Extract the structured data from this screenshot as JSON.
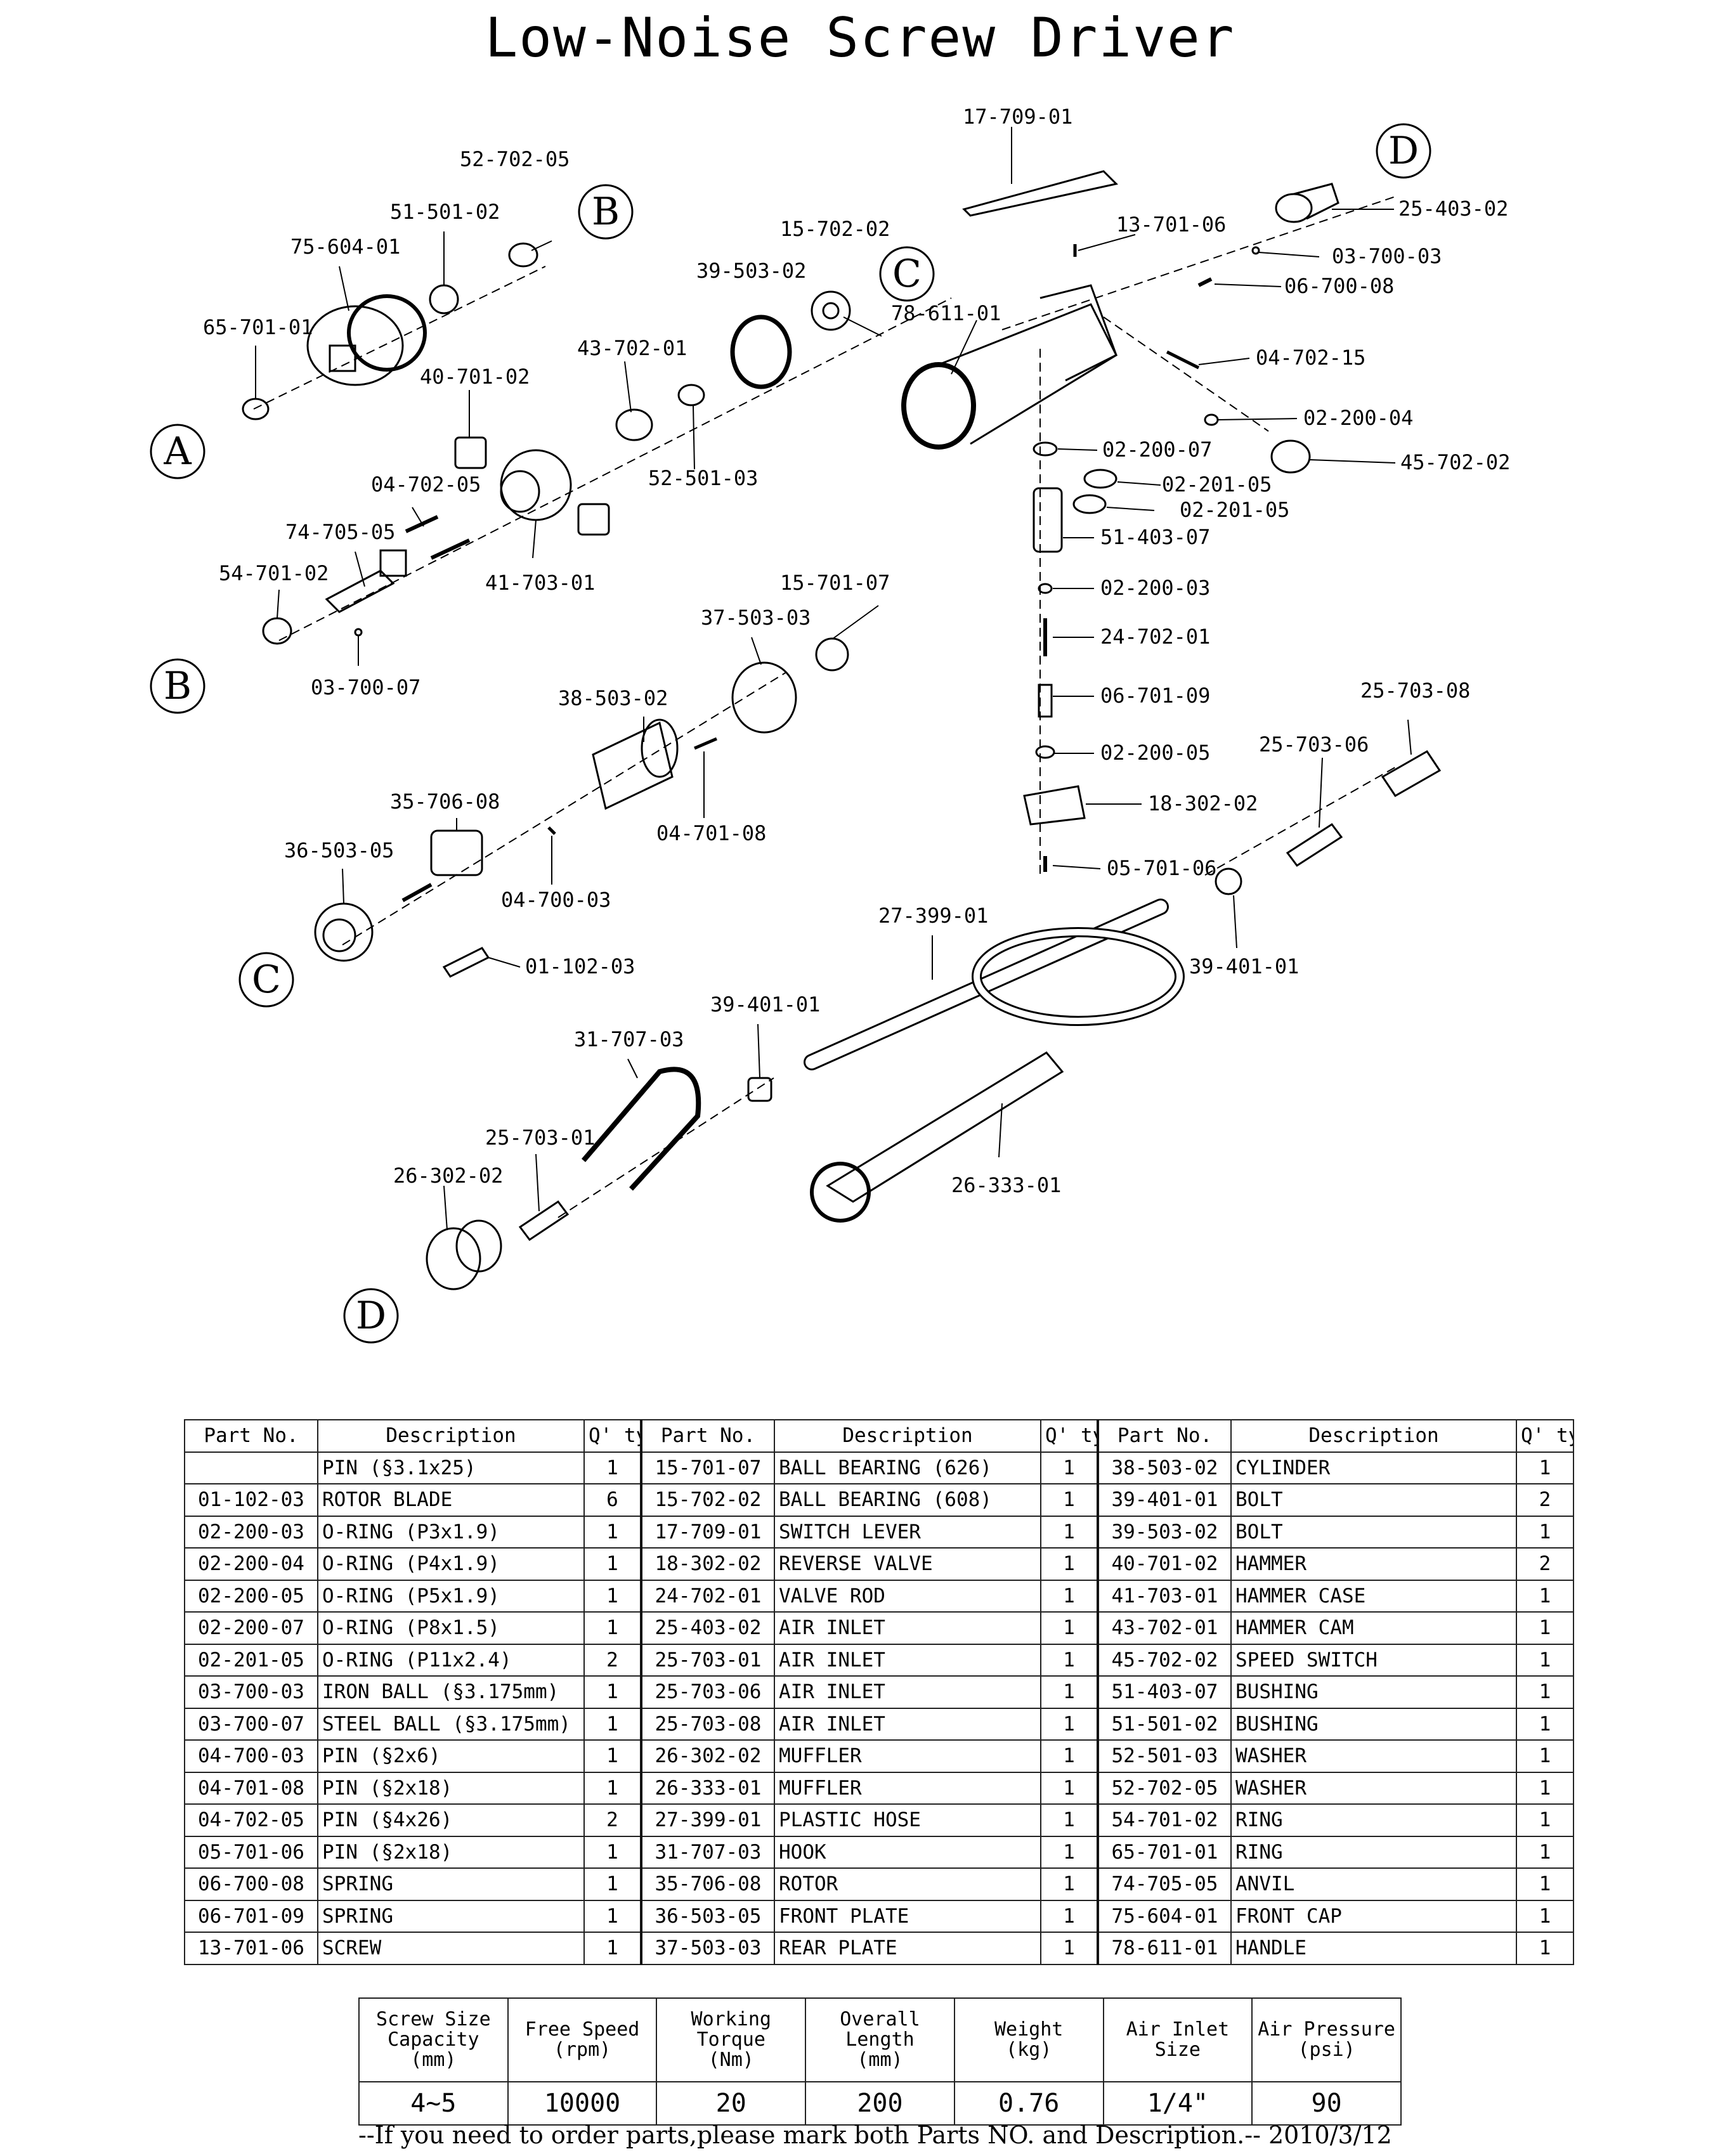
{
  "title": "Low-Noise Screw Driver",
  "diagram_labels": {
    "p17_709_01": "17-709-01",
    "p52_702_05": "52-702-05",
    "p51_501_02": "51-501-02",
    "p75_604_01": "75-604-01",
    "p65_701_01": "65-701-01",
    "p15_702_02": "15-702-02",
    "p39_503_02": "39-503-02",
    "p78_611_01": "78-611-01",
    "p13_701_06": "13-701-06",
    "p25_403_02": "25-403-02",
    "p03_700_03": "03-700-03",
    "p06_700_08": "06-700-08",
    "p04_702_15": "04-702-15",
    "p02_200_04": "02-200-04",
    "p45_702_02": "45-702-02",
    "p02_200_07": "02-200-07",
    "p02_201_05a": "02-201-05",
    "p02_201_05b": "02-201-05",
    "p51_403_07": "51-403-07",
    "p02_200_03": "02-200-03",
    "p24_702_01": "24-702-01",
    "p06_701_09": "06-701-09",
    "p02_200_05": "02-200-05",
    "p18_302_02": "18-302-02",
    "p05_701_06": "05-701-06",
    "p25_703_08": "25-703-08",
    "p25_703_06": "25-703-06",
    "p39_401_01a": "39-401-01",
    "p40_701_02": "40-701-02",
    "p43_702_01": "43-702-01",
    "p04_702_05": "04-702-05",
    "p74_705_05": "74-705-05",
    "p54_701_02": "54-701-02",
    "p41_703_01": "41-703-01",
    "p52_501_03": "52-501-03",
    "p03_700_07": "03-700-07",
    "p15_701_07": "15-701-07",
    "p37_503_03": "37-503-03",
    "p38_503_02": "38-503-02",
    "p35_706_08": "35-706-08",
    "p36_503_05": "36-503-05",
    "p04_701_08": "04-701-08",
    "p04_700_03": "04-700-03",
    "p01_102_03": "01-102-03",
    "p27_399_01": "27-399-01",
    "p39_401_01b": "39-401-01",
    "p31_707_03": "31-707-03",
    "p25_703_01": "25-703-01",
    "p26_302_02": "26-302-02",
    "p26_333_01": "26-333-01",
    "callout_a": "A",
    "callout_b": "B",
    "callout_c": "C",
    "callout_d": "D"
  },
  "parts_table": {
    "headers": [
      "Part No.",
      "Description",
      "Q' ty",
      "Part No.",
      "Description",
      "Q' ty",
      "Part No.",
      "Description",
      "Q' ty"
    ],
    "rows": [
      [
        "",
        "PIN (§3.1x25)",
        "1",
        "15-701-07",
        "BALL BEARING (626)",
        "1",
        "38-503-02",
        "CYLINDER",
        "1"
      ],
      [
        "01-102-03",
        "ROTOR BLADE",
        "6",
        "15-702-02",
        "BALL BEARING (608)",
        "1",
        "39-401-01",
        "BOLT",
        "2"
      ],
      [
        "02-200-03",
        "O-RING (P3x1.9)",
        "1",
        "17-709-01",
        "SWITCH LEVER",
        "1",
        "39-503-02",
        "BOLT",
        "1"
      ],
      [
        "02-200-04",
        "O-RING (P4x1.9)",
        "1",
        "18-302-02",
        "REVERSE VALVE",
        "1",
        "40-701-02",
        "HAMMER",
        "2"
      ],
      [
        "02-200-05",
        "O-RING (P5x1.9)",
        "1",
        "24-702-01",
        "VALVE ROD",
        "1",
        "41-703-01",
        "HAMMER CASE",
        "1"
      ],
      [
        "02-200-07",
        "O-RING (P8x1.5)",
        "1",
        "25-403-02",
        "AIR INLET",
        "1",
        "43-702-01",
        "HAMMER CAM",
        "1"
      ],
      [
        "02-201-05",
        "O-RING (P11x2.4)",
        "2",
        "25-703-01",
        "AIR INLET",
        "1",
        "45-702-02",
        "SPEED SWITCH",
        "1"
      ],
      [
        "03-700-03",
        "IRON BALL (§3.175mm)",
        "1",
        "25-703-06",
        "AIR INLET",
        "1",
        "51-403-07",
        "BUSHING",
        "1"
      ],
      [
        "03-700-07",
        "STEEL BALL (§3.175mm)",
        "1",
        "25-703-08",
        "AIR INLET",
        "1",
        "51-501-02",
        "BUSHING",
        "1"
      ],
      [
        "04-700-03",
        "PIN (§2x6)",
        "1",
        "26-302-02",
        "MUFFLER",
        "1",
        "52-501-03",
        "WASHER",
        "1"
      ],
      [
        "04-701-08",
        "PIN (§2x18)",
        "1",
        "26-333-01",
        "MUFFLER",
        "1",
        "52-702-05",
        "WASHER",
        "1"
      ],
      [
        "04-702-05",
        "PIN (§4x26)",
        "2",
        "27-399-01",
        "PLASTIC HOSE",
        "1",
        "54-701-02",
        "RING",
        "1"
      ],
      [
        "05-701-06",
        "PIN (§2x18)",
        "1",
        "31-707-03",
        "HOOK",
        "1",
        "65-701-01",
        "RING",
        "1"
      ],
      [
        "06-700-08",
        "SPRING",
        "1",
        "35-706-08",
        "ROTOR",
        "1",
        "74-705-05",
        "ANVIL",
        "1"
      ],
      [
        "06-701-09",
        "SPRING",
        "1",
        "36-503-05",
        "FRONT PLATE",
        "1",
        "75-604-01",
        "FRONT CAP",
        "1"
      ],
      [
        "13-701-06",
        "SCREW",
        "1",
        "37-503-03",
        "REAR PLATE",
        "1",
        "78-611-01",
        "HANDLE",
        "1"
      ]
    ]
  },
  "spec_table": {
    "headers": [
      "Screw Size\nCapacity\n(mm)",
      "Free Speed\n(rpm)",
      "Working\nTorque\n(Nm)",
      "Overall\nLength\n(mm)",
      "Weight\n(kg)",
      "Air Inlet\nSize",
      "Air Pressure\n(psi)"
    ],
    "values": [
      "4~5",
      "10000",
      "20",
      "200",
      "0.76",
      "1/4\"",
      "90"
    ]
  },
  "footer": "--If you need to order parts,please mark both Parts NO. and Description.-- 2010/3/12"
}
